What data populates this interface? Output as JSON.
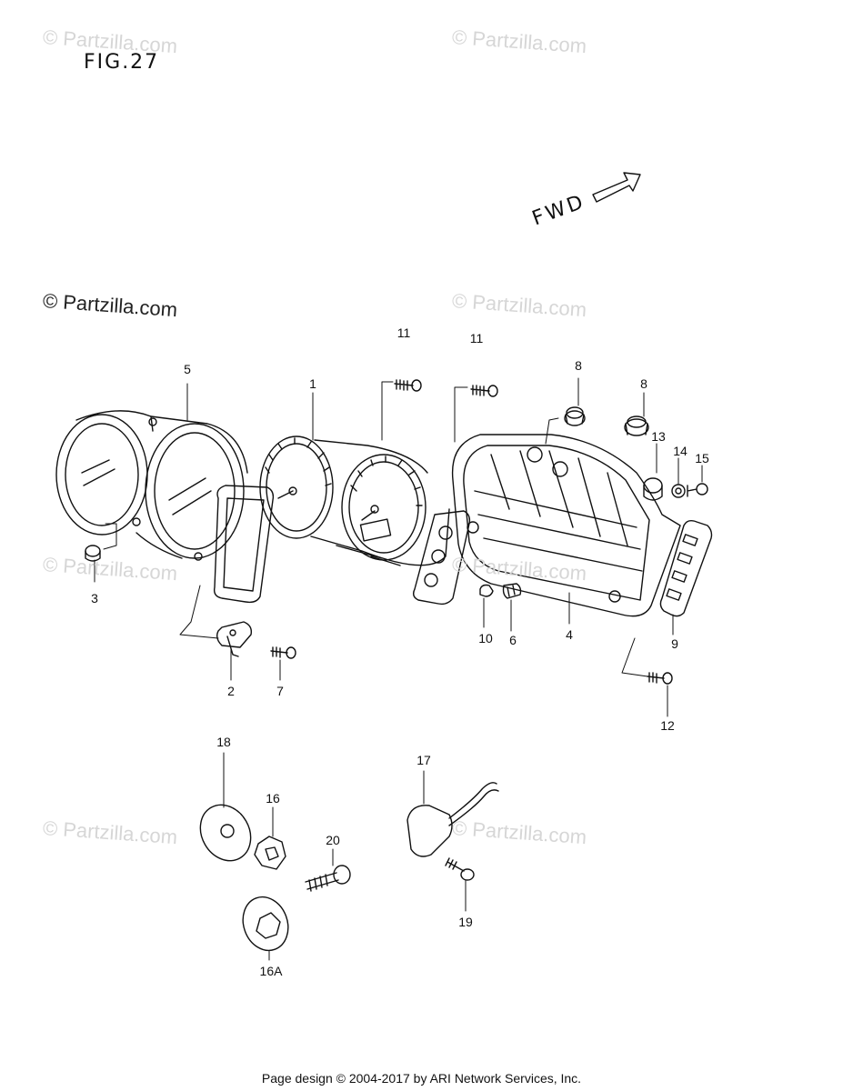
{
  "figure": {
    "title": "FIG.27",
    "direction_label": "FWD",
    "direction_icon": "arrow-icon"
  },
  "watermarks": {
    "text": "© Partzilla.com",
    "highlighted_text": "© Partzilla.com"
  },
  "callouts": [
    {
      "id": "c1",
      "label": "1"
    },
    {
      "id": "c2",
      "label": "2"
    },
    {
      "id": "c3",
      "label": "3"
    },
    {
      "id": "c4",
      "label": "4"
    },
    {
      "id": "c5",
      "label": "5"
    },
    {
      "id": "c6",
      "label": "6"
    },
    {
      "id": "c7",
      "label": "7"
    },
    {
      "id": "c8a",
      "label": "8"
    },
    {
      "id": "c8b",
      "label": "8"
    },
    {
      "id": "c9",
      "label": "9"
    },
    {
      "id": "c10",
      "label": "10"
    },
    {
      "id": "c11a",
      "label": "11"
    },
    {
      "id": "c11b",
      "label": "11"
    },
    {
      "id": "c12",
      "label": "12"
    },
    {
      "id": "c13",
      "label": "13"
    },
    {
      "id": "c14",
      "label": "14"
    },
    {
      "id": "c15",
      "label": "15"
    },
    {
      "id": "c16",
      "label": "16"
    },
    {
      "id": "c16a",
      "label": "16A"
    },
    {
      "id": "c17",
      "label": "17"
    },
    {
      "id": "c18",
      "label": "18"
    },
    {
      "id": "c19",
      "label": "19"
    },
    {
      "id": "c20",
      "label": "20"
    }
  ],
  "footer": {
    "text": "Page design © 2004-2017 by ARI Network Services, Inc."
  }
}
